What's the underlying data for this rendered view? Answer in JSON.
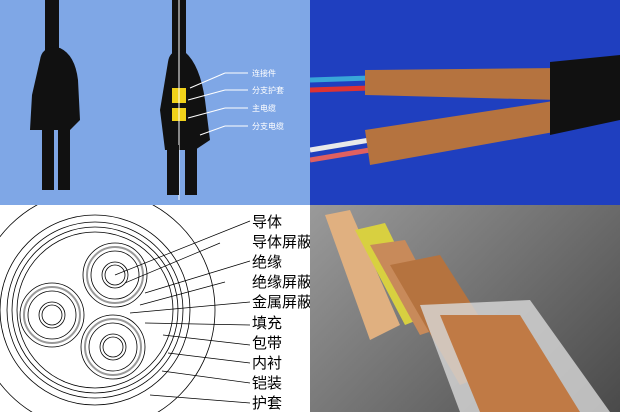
{
  "top_left": {
    "labels": [
      "连接件",
      "分支护套",
      "主电缆",
      "分支电缆"
    ],
    "background": "#7fa7e6"
  },
  "top_right": {
    "background": "#1f3fbf"
  },
  "bottom_left": {
    "labels": [
      "导体",
      "导体屏蔽",
      "绝缘",
      "绝缘屏蔽",
      "金属屏蔽",
      "填充",
      "包带",
      "内衬",
      "铠装",
      "护套"
    ]
  },
  "bottom_right": {
    "background": "#6a6a6a"
  }
}
